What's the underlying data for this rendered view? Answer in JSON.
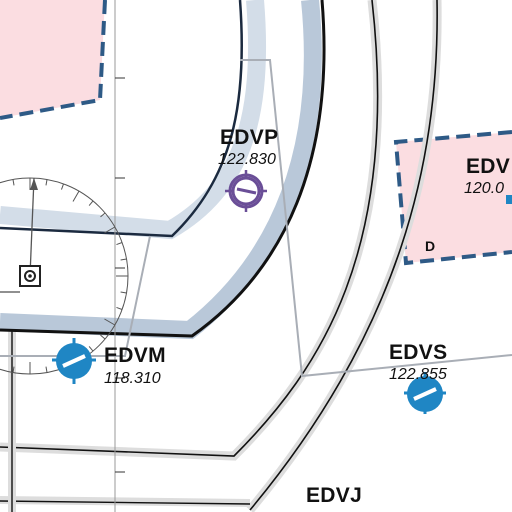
{
  "colors": {
    "restricted_fill": "#fbdde1",
    "restricted_border": "#2e5a86",
    "ctr_band": "#b9c8d9",
    "ctr_band_light": "#d3dde8",
    "outline": "#111111",
    "vor_blue": "#1f86c4",
    "vfr_purple": "#6a4e97",
    "track_gray": "#a9aeb6",
    "gray_band": "#dddddd"
  },
  "icons": [
    "vfr-reporting-point-icon",
    "airport-symbol-icon",
    "vor-compass-rose-icon",
    "navaid-icon"
  ],
  "labels": {
    "edvp": {
      "ident": "EDVP",
      "freq": "122.830"
    },
    "edvm": {
      "ident": "EDVM",
      "freq": "118.310"
    },
    "edvs": {
      "ident": "EDVS",
      "freq": "122.855"
    },
    "edv_partial": {
      "ident": "EDV",
      "freq": "120.0"
    },
    "edvj": {
      "ident": "EDVJ"
    },
    "airspace_class": "D"
  }
}
